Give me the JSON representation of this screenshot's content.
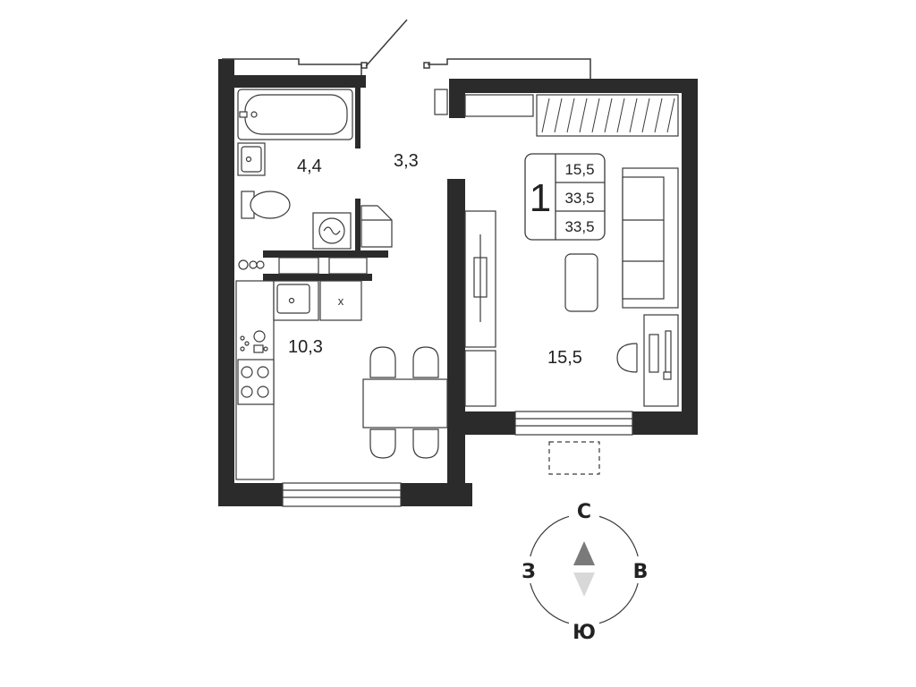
{
  "rooms": {
    "bathroom_area": "4,4",
    "hall_area": "3,3",
    "kitchen_area": "10,3",
    "living_area": "15,5"
  },
  "badge": {
    "room_count": "1",
    "values": [
      "15,5",
      "33,5",
      "33,5"
    ]
  },
  "compass": {
    "north": "С",
    "south": "Ю",
    "east": "В",
    "west": "З"
  },
  "colors": {
    "wall": "#2b2b2b",
    "line": "#3a3a3a",
    "arrow_north": "#7a7a7a",
    "arrow_south": "#d8d8d8"
  }
}
